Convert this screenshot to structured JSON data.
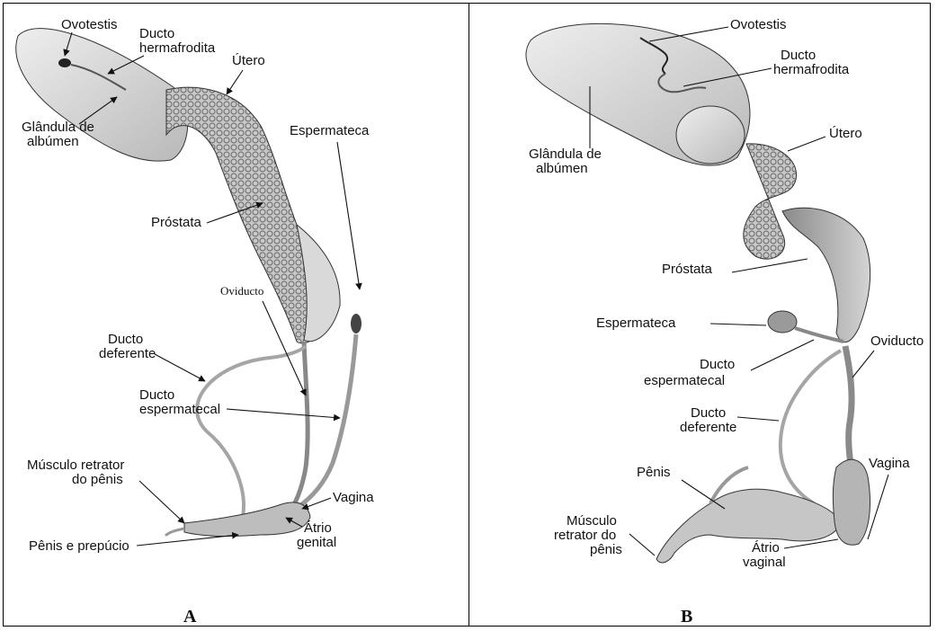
{
  "panel_a": {
    "letter": "A",
    "labels": {
      "ovotestis": "Ovotestis",
      "ducto_hermafrodita_1": "Ducto",
      "ducto_hermafrodita_2": "hermafrodita",
      "utero": "Útero",
      "glandula_1": "Glândula de",
      "glandula_2": "albúmen",
      "espermateca": "Espermateca",
      "prostata": "Próstata",
      "oviducto": "Oviducto",
      "ducto_deferente_1": "Ducto",
      "ducto_deferente_2": "deferente",
      "ducto_espermatecal_1": "Ducto",
      "ducto_espermatecal_2": "espermatecal",
      "musculo_1": "Músculo retrator",
      "musculo_2": "do pênis",
      "vagina": "Vagina",
      "atrio_1": "Átrio",
      "atrio_2": "genital",
      "penis_prepucio": "Pênis e prepúcio"
    }
  },
  "panel_b": {
    "letter": "B",
    "labels": {
      "ovotestis": "Ovotestis",
      "ducto_hermafrodita_1": "Ducto",
      "ducto_hermafrodita_2": "hermafrodita",
      "glandula_1": "Glândula de",
      "glandula_2": "albúmen",
      "utero": "Útero",
      "prostata": "Próstata",
      "espermateca": "Espermateca",
      "oviducto": "Oviducto",
      "ducto_espermatecal_1": "Ducto",
      "ducto_espermatecal_2": "espermatecal",
      "ducto_deferente_1": "Ducto",
      "ducto_deferente_2": "deferente",
      "penis": "Pênis",
      "vagina": "Vagina",
      "musculo_1": "Músculo",
      "musculo_2": "retrator do",
      "musculo_3": "pênis",
      "atrio_1": "Átrio",
      "atrio_2": "vaginal"
    }
  }
}
